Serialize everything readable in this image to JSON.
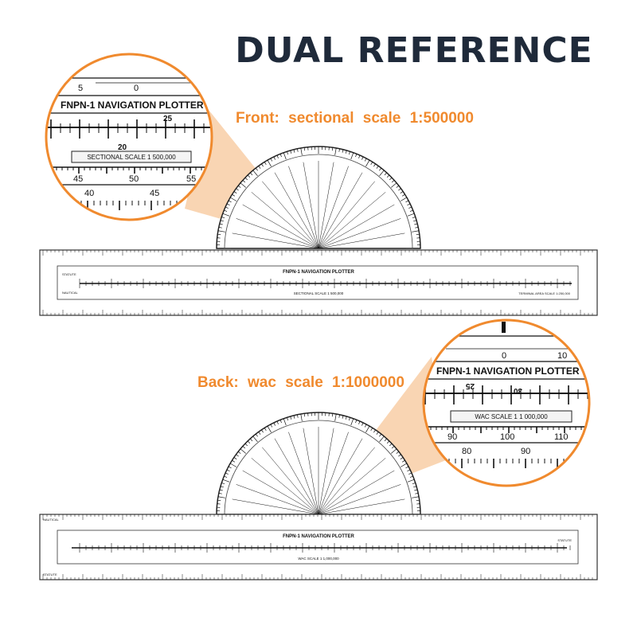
{
  "headline": "DUAL REFERENCE",
  "front": {
    "caption": "Front: sectional scale 1:500000",
    "zoom": {
      "plotter_name": "FNPN-1 NAVIGATION PLOTTER",
      "scale_box": "SECTIONAL SCALE 1 500,000",
      "top_numbers": [
        "5",
        "0"
      ],
      "upper_numbers": [
        "25",
        "20"
      ],
      "lower_numbers": [
        "45",
        "50",
        "55"
      ],
      "bottom_numbers": [
        "40",
        "45"
      ]
    },
    "ruler": {
      "plotter_name": "FNPN-1 NAVIGATION PLOTTER",
      "scale_box": "SECTIONAL SCALE 1 500,000",
      "left_labels": [
        "STATUTE",
        "NAUTICAL"
      ],
      "bottom_right_label": "TERMINAL AREA SCALE 1:250,000"
    }
  },
  "back": {
    "caption": "Back: wac scale 1:1000000",
    "zoom": {
      "plotter_name": "FNPN-1 NAVIGATION PLOTTER",
      "scale_box": "WAC SCALE 1 1 000,000",
      "top_numbers": [
        "0",
        "10"
      ],
      "upper_numbers": [
        "25",
        "30"
      ],
      "lower_numbers": [
        "90",
        "100",
        "110"
      ],
      "bottom_numbers": [
        "80",
        "90"
      ]
    },
    "ruler": {
      "plotter_name": "FNPN-1 NAVIGATION PLOTTER",
      "scale_box": "WAC SCALE 1 1,000,000",
      "left_labels": [
        "NAUTICAL",
        "STATUTE"
      ],
      "top_right_label": "STATUTE"
    }
  },
  "colors": {
    "accent_orange": "#f08a2e",
    "callout_fill": "#f7c79a",
    "headline": "#1f2a3a",
    "ink": "#111111"
  }
}
